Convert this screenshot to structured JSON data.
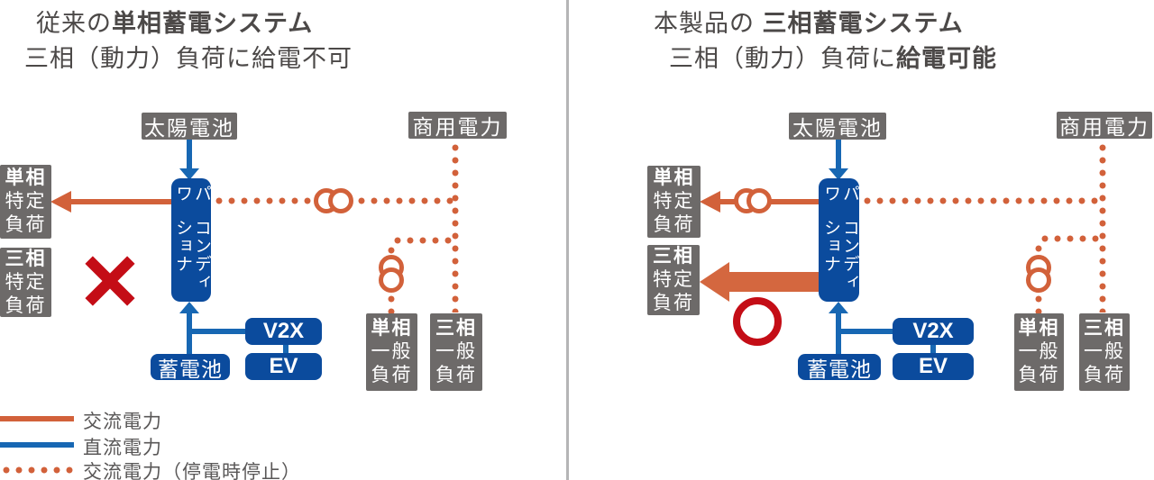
{
  "titles": {
    "left": {
      "prefix": "従来の",
      "em": "単相蓄電システム",
      "sub_prefix": "三相（動力）負荷に給電不可",
      "sub_em": ""
    },
    "right": {
      "prefix": "本製品の ",
      "em": "三相蓄電システム",
      "sub_prefix": "三相（動力）負荷に",
      "sub_em": "給電可能"
    }
  },
  "nodes": {
    "solar": "太陽電池",
    "grid": "商用電力",
    "pcs_col1": "パワー",
    "pcs_col2": "コンディショナ",
    "battery": "蓄電池",
    "v2x": "V2X",
    "ev": "EV"
  },
  "loads": {
    "single_specific": [
      "単相",
      "特定",
      "負荷"
    ],
    "three_specific": [
      "三相",
      "特定",
      "負荷"
    ],
    "single_general": [
      "単相",
      "一般",
      "負荷"
    ],
    "three_general": [
      "三相",
      "一般",
      "負荷"
    ]
  },
  "legend": {
    "ac": "交流電力",
    "dc": "直流電力",
    "ac_outage": "交流電力（停電時停止）"
  },
  "icons": {
    "transformer": "transformer-coil",
    "cross": "not-possible-mark",
    "circle": "possible-mark"
  },
  "colors": {
    "ac_orange": "#d2613a",
    "ac_orange_thick": "#d4673f",
    "dc_blue": "#1767b3",
    "box_blue": "#0b4b9d",
    "box_gray": "#6d6a69",
    "marker_red": "#c40d16",
    "title_gray": "#4c4948",
    "legend_text": "#595757",
    "divider_gray": "#b5b5b6"
  }
}
